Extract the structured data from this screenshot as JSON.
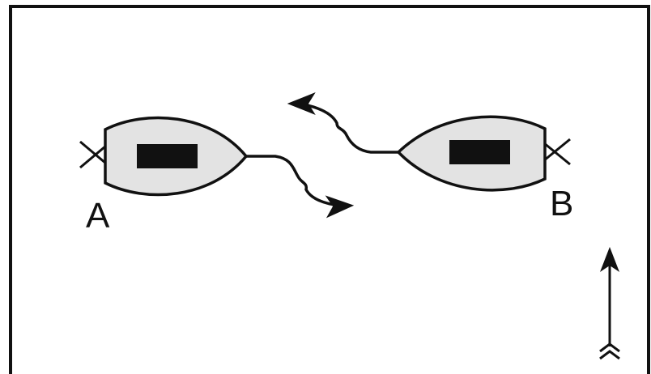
{
  "diagram": {
    "boats": [
      {
        "label": "A",
        "facing": "right"
      },
      {
        "label": "B",
        "facing": "left"
      }
    ],
    "direction_indicator": "wind-arrow-up",
    "colors": {
      "stroke": "#111111",
      "hull_fill": "#e3e3e3",
      "cabin_fill": "#111111",
      "background": "#ffffff"
    }
  }
}
